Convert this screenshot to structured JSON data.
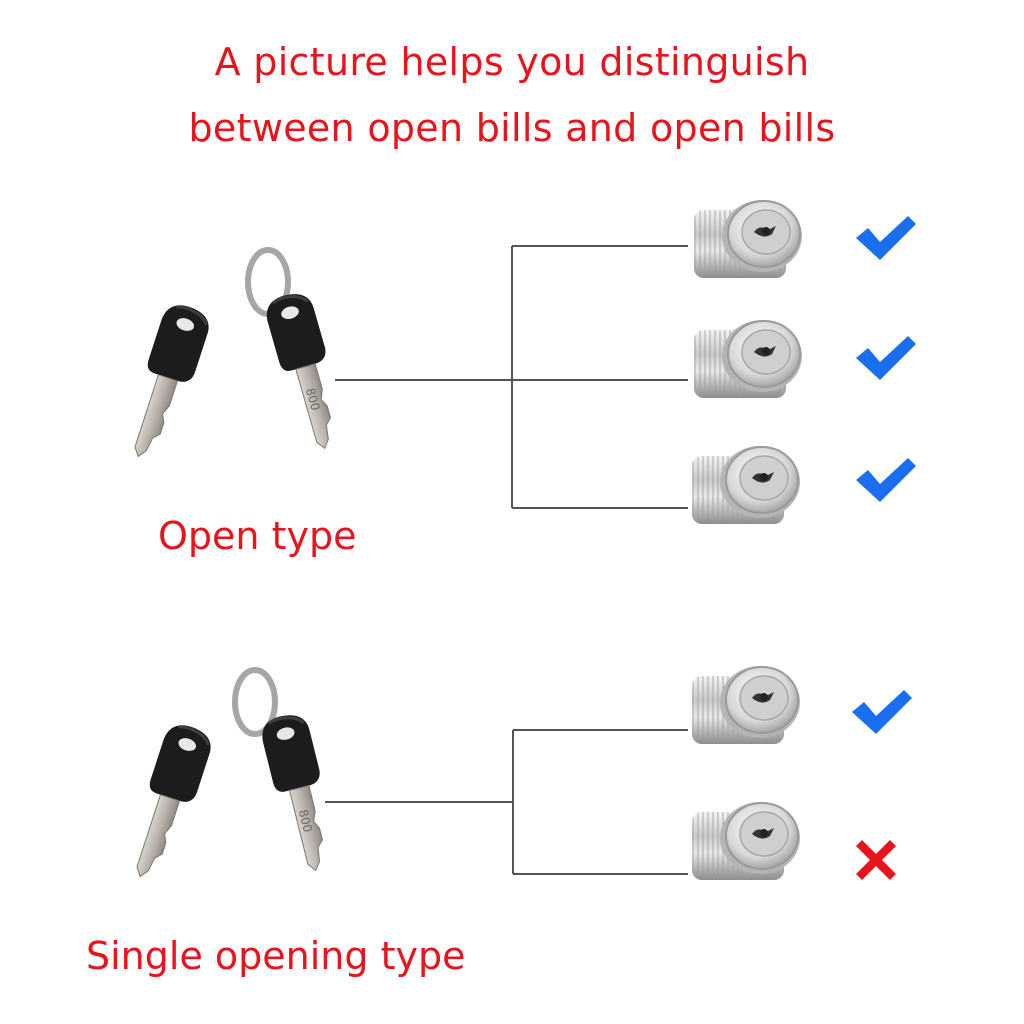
{
  "title": {
    "line1": "A picture helps you distinguish",
    "line2": "between open bills and open bills"
  },
  "groups": [
    {
      "label": "Open type",
      "key_stamp": "800",
      "locks": [
        {
          "mark": "check"
        },
        {
          "mark": "check"
        },
        {
          "mark": "check"
        }
      ]
    },
    {
      "label": "Single opening type",
      "key_stamp": "800",
      "locks": [
        {
          "mark": "check"
        },
        {
          "mark": "cross"
        }
      ]
    }
  ],
  "colors": {
    "text": "#e8141c",
    "check": "#1a6ff0",
    "cross": "#e8141c",
    "line": "#555555"
  }
}
